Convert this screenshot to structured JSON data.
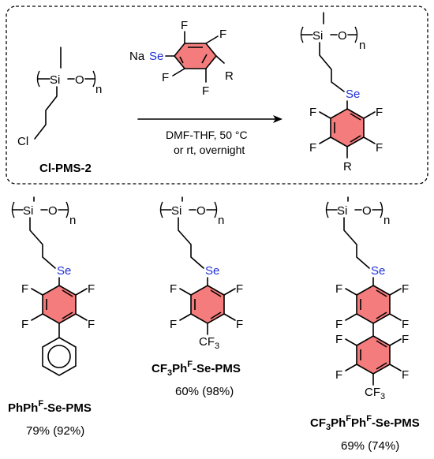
{
  "reaction": {
    "reactant": {
      "label": "Cl-PMS-2",
      "chain_atom": "Cl",
      "si": "Si",
      "o": "O",
      "n": "n"
    },
    "reagent": {
      "na": "Na",
      "se": "Se",
      "f": "F",
      "r": "R"
    },
    "conditions": {
      "line1": "DMF-THF, 50 °C",
      "line2": "or rt, overnight"
    },
    "product": {
      "si": "Si",
      "o": "O",
      "n": "n",
      "se": "Se",
      "f": "F",
      "r": "R"
    }
  },
  "examples": [
    {
      "name_parts": [
        "PhPh",
        "F",
        "-Se-PMS"
      ],
      "yield": "79% (92%)"
    },
    {
      "name_parts": [
        "CF",
        "3",
        "Ph",
        "F",
        "-Se-PMS"
      ],
      "yield": "60% (98%)",
      "substituent": [
        "CF",
        "3"
      ]
    },
    {
      "name_parts": [
        "CF",
        "3",
        "Ph",
        "F",
        "Ph",
        "F",
        "-Se-PMS"
      ],
      "yield": "69% (74%)",
      "substituent": [
        "CF",
        "3"
      ]
    }
  ],
  "colors": {
    "ring_fill": "#f47c7c",
    "selenium": "#1f2fd6"
  }
}
